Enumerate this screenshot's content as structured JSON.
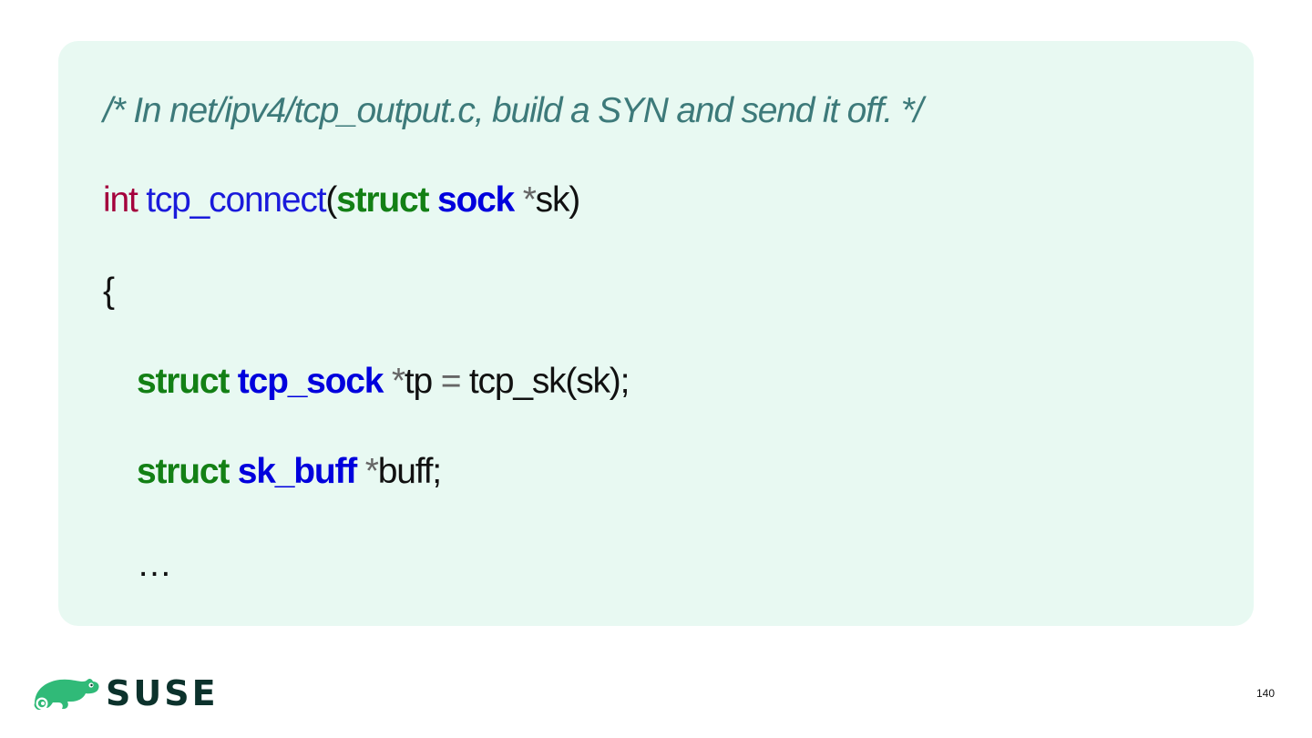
{
  "code": {
    "comment": "/* In net/ipv4/tcp_output.c, build a SYN and send it off. */",
    "line2": {
      "kw_int": "int",
      "space1": " ",
      "fn_name": "tcp_connect",
      "paren_open": "(",
      "kw_struct": "struct",
      "space2": " ",
      "type_sock": "sock",
      "space3": " ",
      "star": "*",
      "param": "sk",
      "paren_close": ")"
    },
    "brace_open": "{",
    "line4": {
      "kw_struct": "struct",
      "space1": " ",
      "type_tcp_sock": "tcp_sock",
      "space2": " ",
      "star": "*",
      "var": "tp",
      "space3": " ",
      "equals": "=",
      "rest": " tcp_sk(sk);"
    },
    "line5": {
      "kw_struct": "struct",
      "space1": " ",
      "type_sk_buff": "sk_buff",
      "space2": " ",
      "star": "*",
      "var": "buff;"
    },
    "ellipsis": "…"
  },
  "footer": {
    "brand": "SUSE",
    "page_number": "140"
  },
  "colors": {
    "panel_background": "#e8f9f2",
    "comment": "#3d7a7a",
    "keyword_int": "#a4003c",
    "function_name": "#1a1adb",
    "keyword_struct": "#138015",
    "type_name": "#0000dd",
    "brand_green": "#30ba78",
    "brand_dark": "#0c322c"
  },
  "icons": {
    "logo": "suse-chameleon-icon"
  }
}
